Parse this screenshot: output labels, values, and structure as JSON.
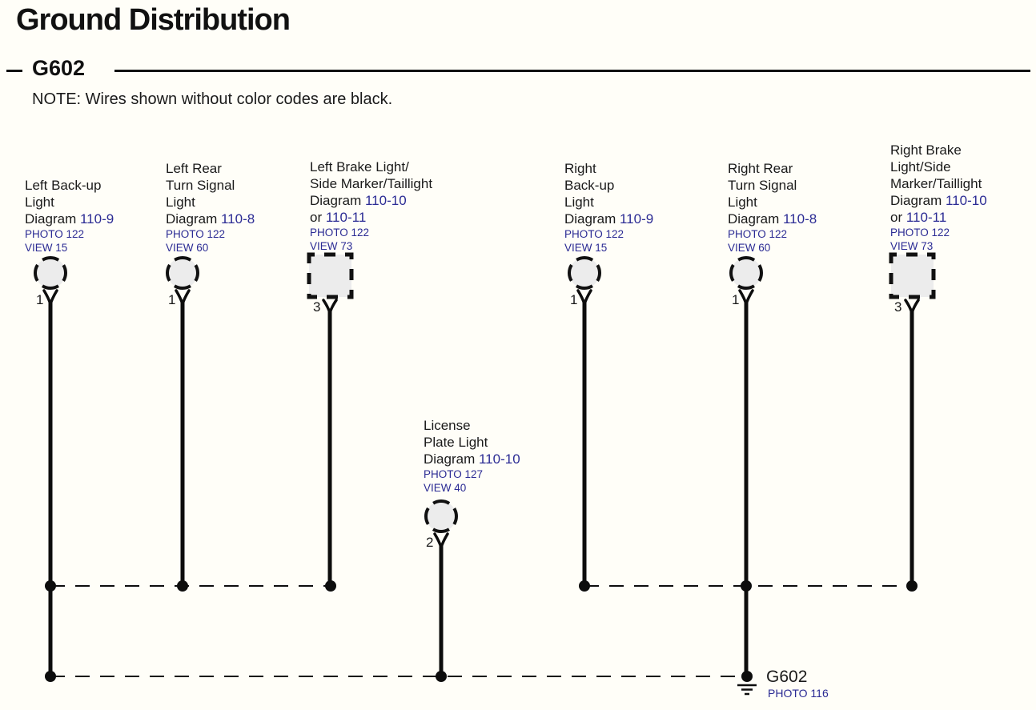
{
  "header": {
    "title": "Ground Distribution",
    "section": "G602",
    "note": "NOTE: Wires shown without color codes are black."
  },
  "colors": {
    "link_blue": "#2b2b94",
    "wire_black": "#0d0d0d",
    "connector_fill": "#ececec",
    "background": "#fffef8"
  },
  "components": [
    {
      "line1": "Left Back-up",
      "line2": "Light",
      "diagram_word": "Diagram",
      "diagram_num": "110-9",
      "photo": "PHOTO 122",
      "view": "VIEW 15",
      "pin": "1",
      "connector": "circle"
    },
    {
      "line1": "Left Rear",
      "line2": "Turn Signal",
      "line3": "Light",
      "diagram_word": "Diagram",
      "diagram_num": "110-8",
      "photo": "PHOTO 122",
      "view": "VIEW 60",
      "pin": "1",
      "connector": "circle"
    },
    {
      "line1": "Left Brake Light/",
      "line2": "Side Marker/Taillight",
      "diagram_word": "Diagram",
      "diagram_num": "110-10",
      "or_word": "or",
      "or_num": "110-11",
      "photo": "PHOTO 122",
      "view": "VIEW 73",
      "pin": "3",
      "connector": "square"
    },
    {
      "line1": "Right",
      "line2": "Back-up",
      "line3": "Light",
      "diagram_word": "Diagram",
      "diagram_num": "110-9",
      "photo": "PHOTO 122",
      "view": "VIEW 15",
      "pin": "1",
      "connector": "circle"
    },
    {
      "line1": "Right Rear",
      "line2": "Turn Signal",
      "line3": "Light",
      "diagram_word": "Diagram",
      "diagram_num": "110-8",
      "photo": "PHOTO 122",
      "view": "VIEW 60",
      "pin": "1",
      "connector": "circle"
    },
    {
      "line1": "Right Brake",
      "line2": "Light/Side",
      "line3": "Marker/Taillight",
      "diagram_word": "Diagram",
      "diagram_num": "110-10",
      "or_word": "or",
      "or_num": "110-11",
      "photo": "PHOTO 122",
      "view": "VIEW 73",
      "pin": "3",
      "connector": "square"
    },
    {
      "line1": "License",
      "line2": "Plate Light",
      "diagram_word": "Diagram",
      "diagram_num": "110-10",
      "photo": "PHOTO 127",
      "view": "VIEW 40",
      "pin": "2",
      "connector": "circle"
    }
  ],
  "ground": {
    "label": "G602",
    "photo": "PHOTO 116"
  }
}
